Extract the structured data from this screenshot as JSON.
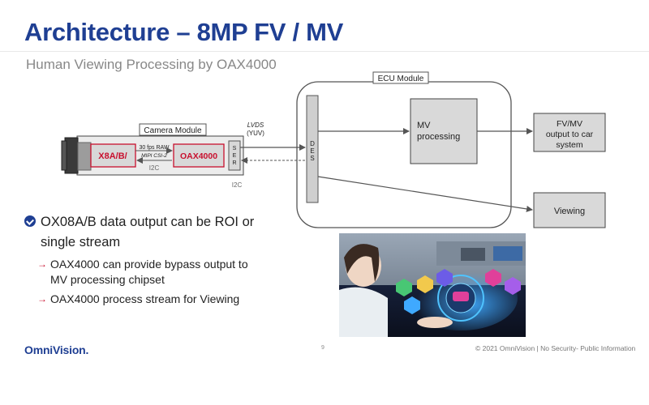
{
  "header": {
    "title": "Architecture – 8MP FV / MV",
    "subtitle": "Human Viewing Processing by OAX4000"
  },
  "diagram": {
    "ecu_label": "ECU Module",
    "camera_module_label": "Camera Module",
    "sensor_label": "X8A/B/",
    "isp_label": "OAX4000",
    "ser_label": [
      "S",
      "E",
      "R"
    ],
    "des_label": [
      "D",
      "E",
      "S"
    ],
    "link_top_label": "30 fps RAW",
    "link_bottom_label": "MIPI CSI-2",
    "i2c_inner_label": "I2C",
    "i2c_outer_label": "I2C",
    "lvds_label": "LVDS",
    "yuv_label": "(YUV)",
    "mv_processing_label": [
      "MV",
      "processing"
    ],
    "output_box_label": [
      "FV/MV",
      "output to car",
      "system"
    ],
    "viewing_box_label": "Viewing"
  },
  "bullets": {
    "main": "OX08A/B data output can be ROI or single stream",
    "sub": [
      "OAX4000 can provide bypass output to MV processing chipset",
      "OAX4000 process stream for Viewing"
    ]
  },
  "footer": {
    "logo_text": "OmniVision.",
    "page_number": "9",
    "copyright": "© 2021 OmniVision | No Security- Public Information"
  },
  "colors": {
    "title": "#1f3f93",
    "accent_red": "#c8102e",
    "box_fill": "#d9d9d9",
    "des_fill": "#cfcfcf"
  }
}
